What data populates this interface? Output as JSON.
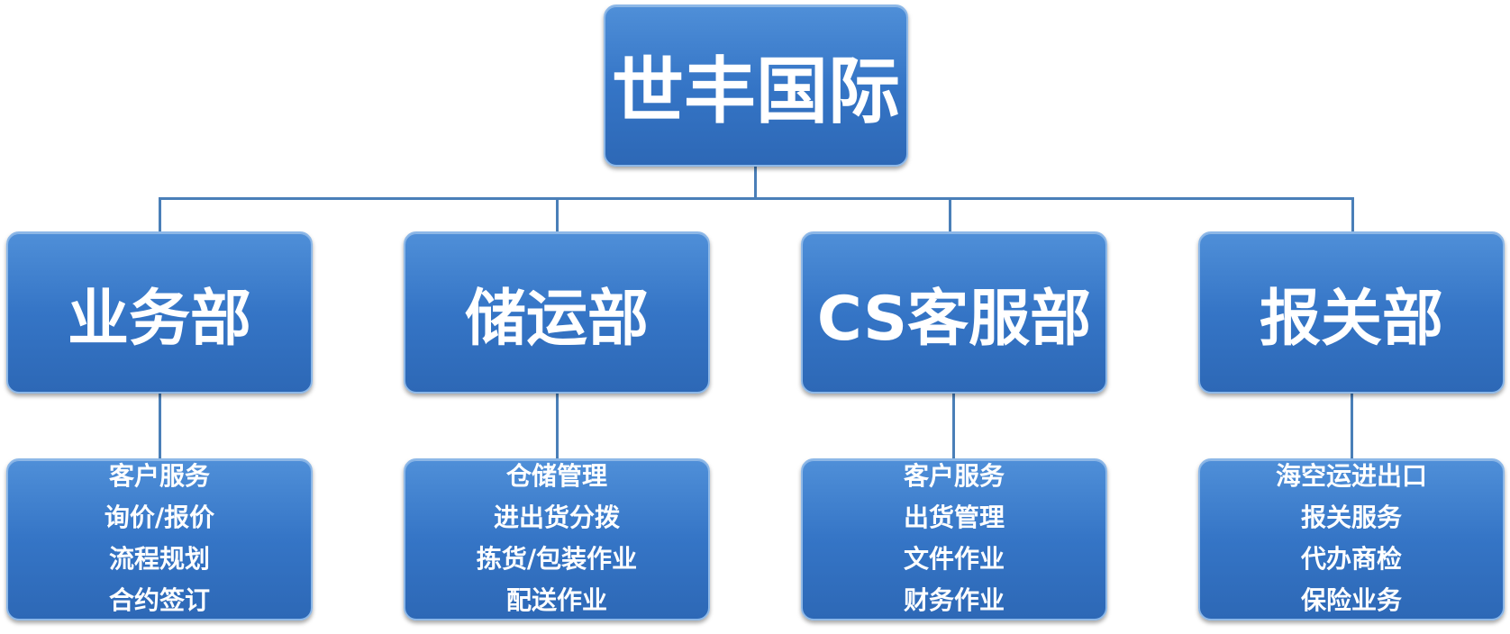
{
  "root": {
    "label": "世丰国际"
  },
  "departments": [
    {
      "label": "业务部",
      "items": [
        "客户服务",
        "询价/报价",
        "流程规划",
        "合约签订"
      ]
    },
    {
      "label": "储运部",
      "items": [
        "仓储管理",
        "进出货分拨",
        "拣货/包装作业",
        "配送作业"
      ]
    },
    {
      "label": "CS客服部",
      "items": [
        "客户服务",
        "出货管理",
        "文件作业",
        "财务作业"
      ]
    },
    {
      "label": "报关部",
      "items": [
        "海空运进出口",
        "报关服务",
        "代办商检",
        "保险业务"
      ]
    }
  ],
  "colors": {
    "box_fill": "#3575c6",
    "box_border": "#8db8e8",
    "connector": "#4a7fb8",
    "text": "#ffffff"
  }
}
